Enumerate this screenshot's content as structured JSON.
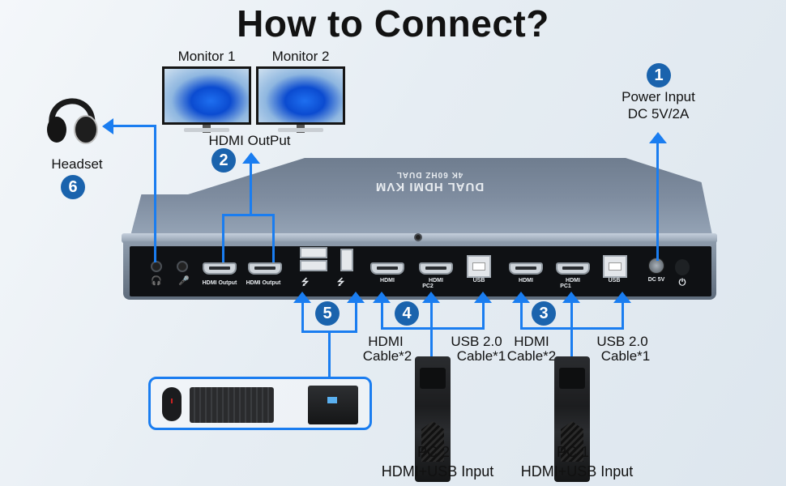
{
  "title": "How to Connect?",
  "device": {
    "top_label_line1": "DUAL HDMI KVM",
    "top_label_line2": "4K 60HZ DUAL",
    "ports": {
      "headphone_icon": "headphone-icon",
      "mic_icon": "microphone-icon",
      "hdmi_output_1": "HDMI Output",
      "hdmi_output_2": "HDMI Output",
      "usb_icon": "⭍",
      "pc2_hdmi_1": "HDMI",
      "pc2_hdmi_2": "HDMI",
      "pc2_usb": "USB",
      "pc2_group": "PC2",
      "pc1_hdmi_1": "HDMI",
      "pc1_hdmi_2": "HDMI",
      "pc1_usb": "USB",
      "pc1_group": "PC1",
      "dc": "DC 5V",
      "power_symbol": "⏻"
    }
  },
  "monitors": [
    {
      "label": "Monitor 1"
    },
    {
      "label": "Monitor 2"
    }
  ],
  "steps": [
    {
      "number": "1",
      "line1": "Power Input",
      "line2": "DC 5V/2A"
    },
    {
      "number": "2",
      "line1": "HDMI OutPut"
    },
    {
      "number": "3",
      "hdmi_line1": "HDMI",
      "hdmi_line2": "Cable*2",
      "usb_line1": "USB 2.0",
      "usb_line2": "Cable*1"
    },
    {
      "number": "4",
      "hdmi_line1": "HDMI",
      "hdmi_line2": "Cable*2",
      "usb_line1": "USB 2.0",
      "usb_line2": "Cable*1"
    },
    {
      "number": "5"
    },
    {
      "number": "6",
      "line1": "Headset"
    }
  ],
  "pcs": [
    {
      "name": "PC 2",
      "desc": "HDMI+USB Input"
    },
    {
      "name": "PC 1",
      "desc": "HDMI+USB Input"
    }
  ],
  "peripherals": [
    "mouse",
    "keyboard",
    "printer"
  ],
  "colors": {
    "accent_line": "#1a7df0",
    "badge": "#1a63ad",
    "device": "#6f7d8f"
  }
}
